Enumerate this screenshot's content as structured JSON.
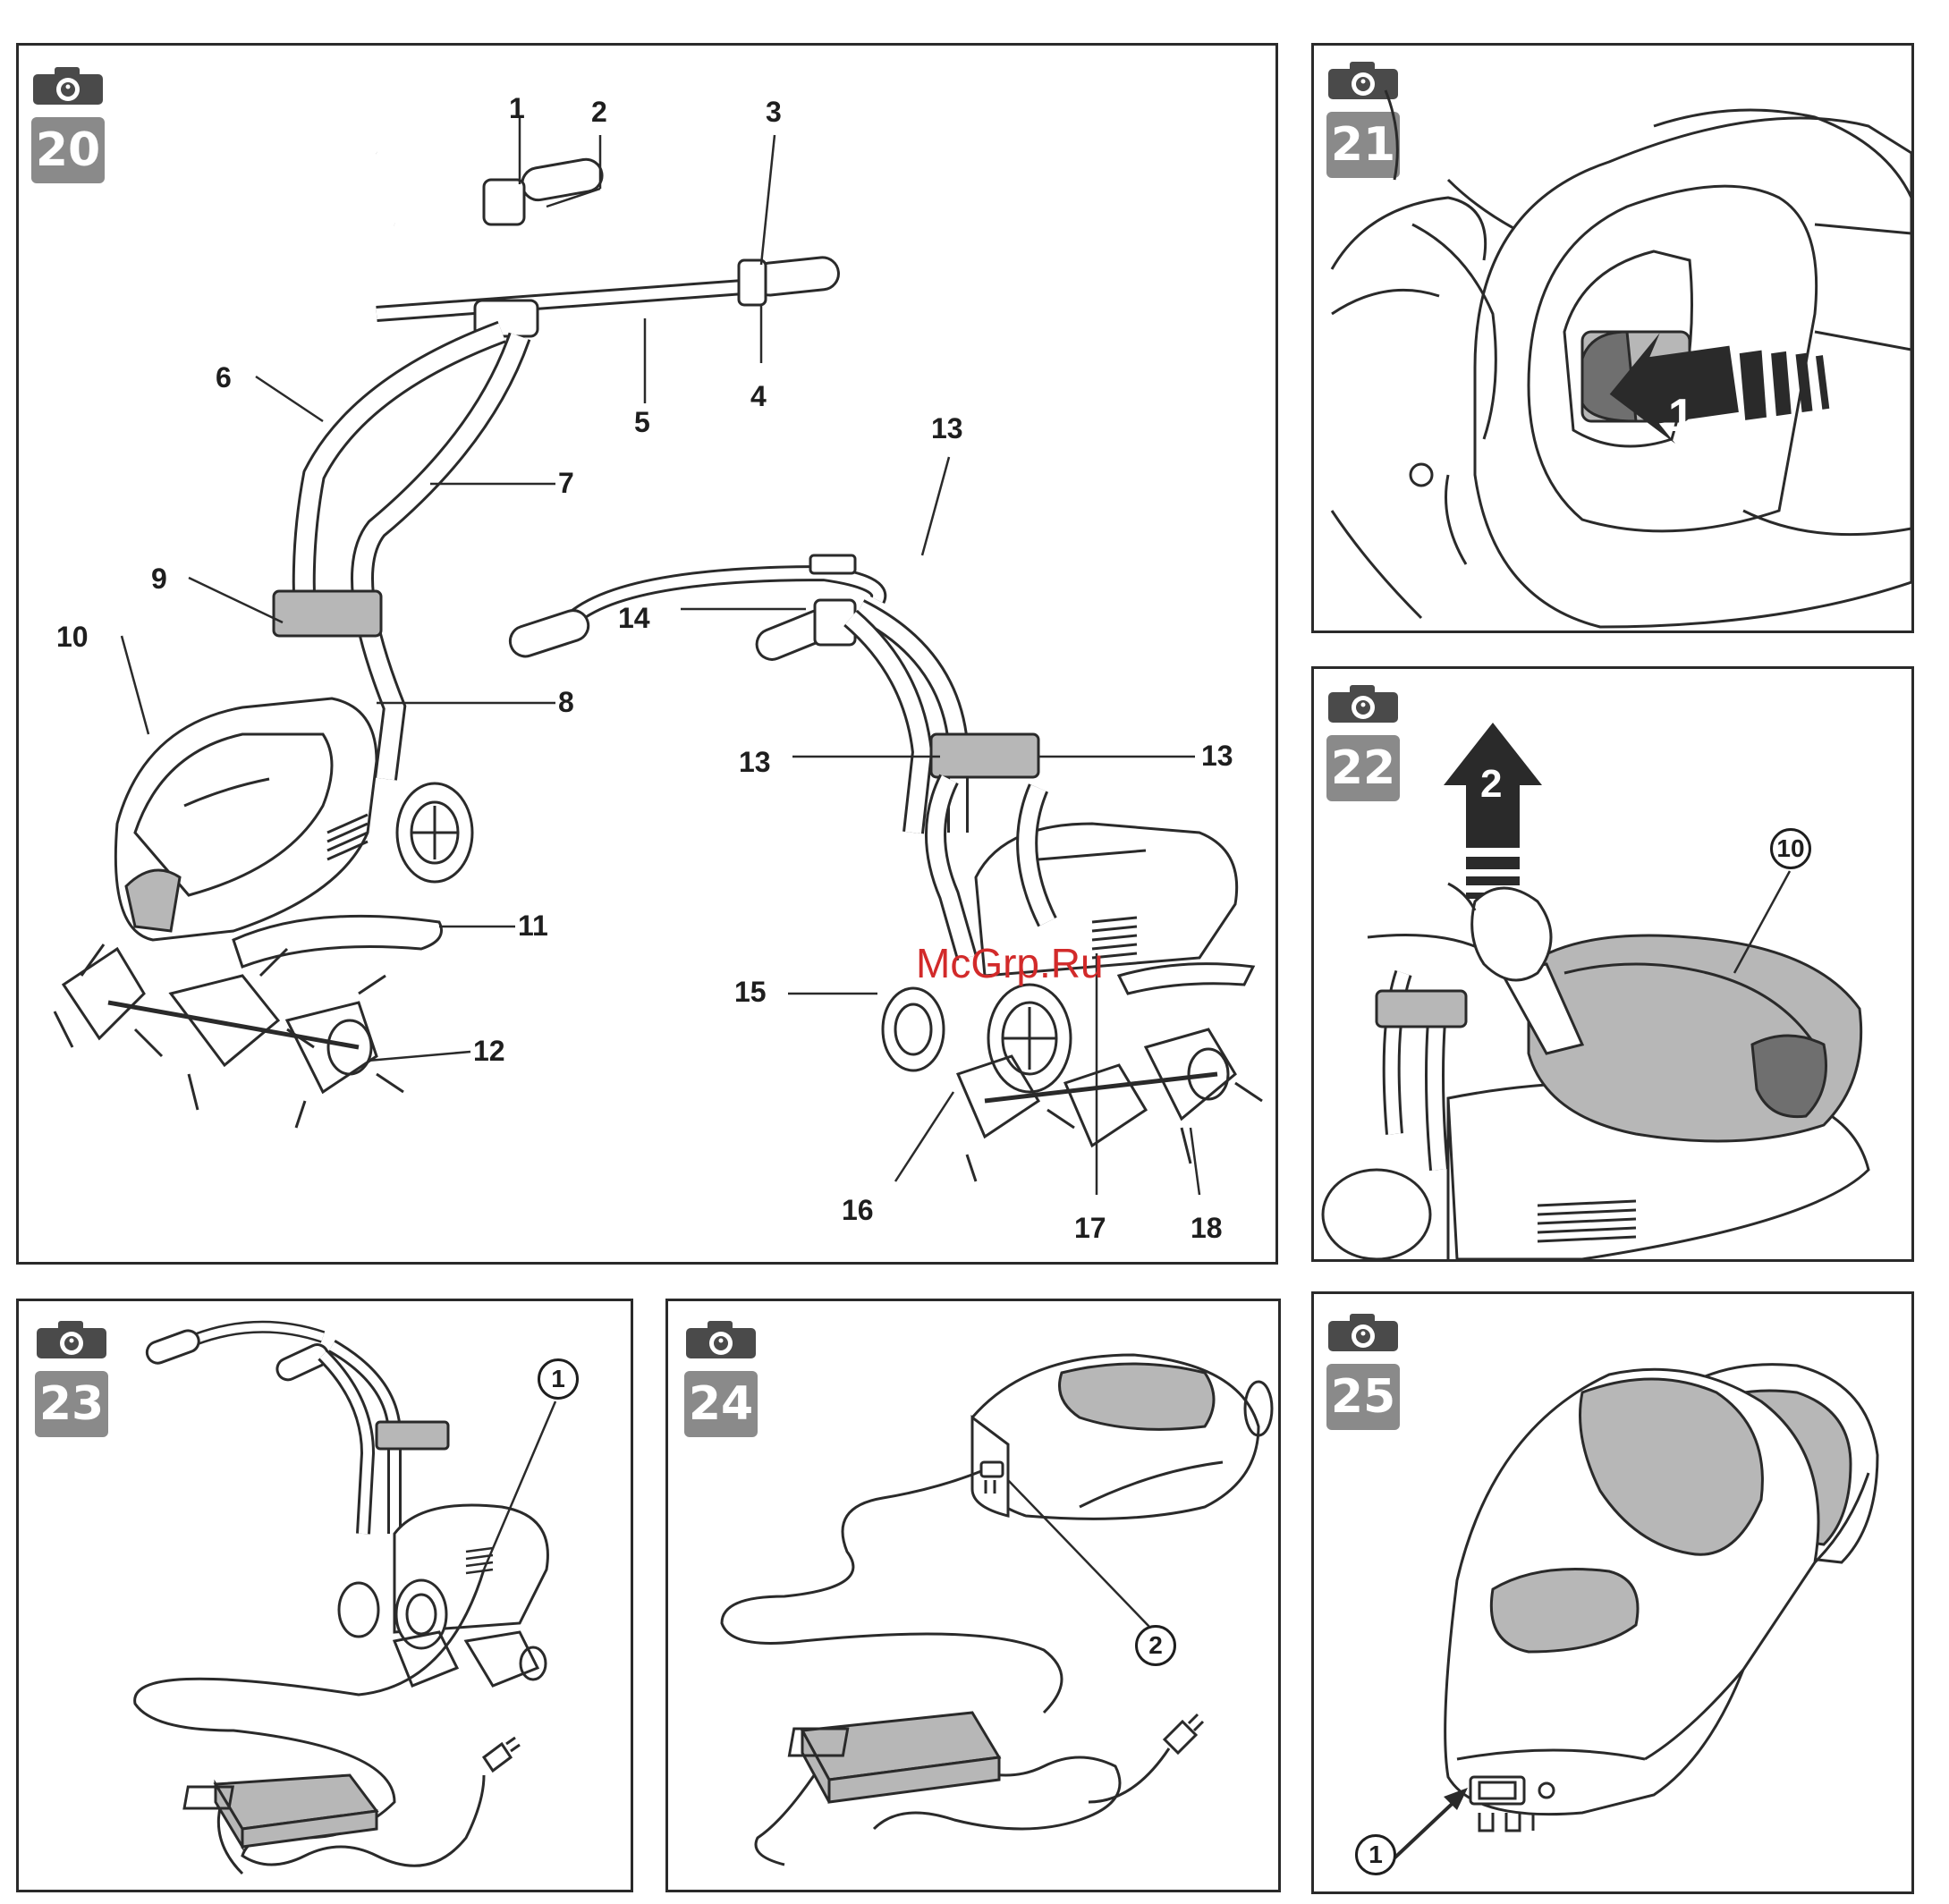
{
  "colors": {
    "badge": "#8a8a8a",
    "watermark": "#d22a2a",
    "line": "#2a2a2a"
  },
  "watermark": "McGrp.Ru",
  "panels": [
    {
      "number": "20",
      "icon": "camera-icon",
      "labels": [
        "1",
        "2",
        "3",
        "4",
        "5",
        "6",
        "7",
        "8",
        "9",
        "10",
        "11",
        "12",
        "13",
        "14",
        "13",
        "13",
        "15",
        "16",
        "17",
        "18"
      ]
    },
    {
      "number": "21",
      "icon": "camera-icon",
      "arrow_label": "1"
    },
    {
      "number": "22",
      "icon": "camera-icon",
      "arrow_label": "2",
      "callout": "10"
    },
    {
      "number": "23",
      "icon": "camera-icon",
      "callout": "1"
    },
    {
      "number": "24",
      "icon": "camera-icon",
      "callout": "2"
    },
    {
      "number": "25",
      "icon": "camera-icon",
      "callout": "1"
    }
  ]
}
